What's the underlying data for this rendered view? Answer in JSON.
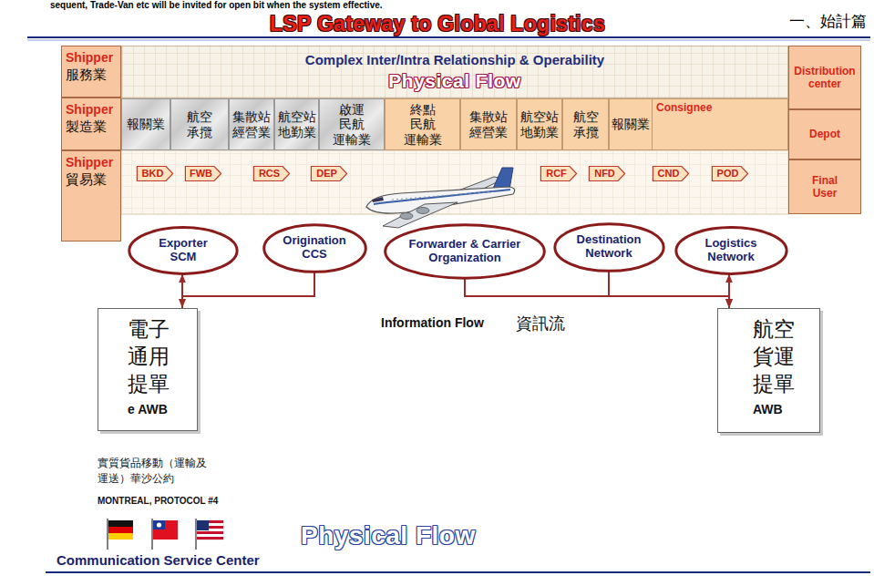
{
  "diagram": {
    "title": "LSP Gateway to Global Logistics",
    "nodes": [
      {
        "text": [
          "Shipper",
          "服務業"
        ]
      },
      {
        "text": [
          "Complex Inter/Intra Relationship & Operability",
          "Physical Flow"
        ]
      },
      {
        "text": [
          "Distribution center"
        ]
      },
      {
        "text": [
          "Shipper",
          "製造業"
        ]
      },
      {
        "text": [
          "報關業"
        ]
      },
      {
        "text": [
          "航空 承攬"
        ]
      },
      {
        "text": [
          "集散站 經營業"
        ]
      },
      {
        "text": [
          "航空站 地勤業"
        ]
      },
      {
        "text": [
          "啟運 民航 運輸業"
        ]
      },
      {
        "text": [
          "終點 民航 運輸業"
        ]
      },
      {
        "text": [
          "集散站 經營業"
        ]
      },
      {
        "text": [
          "航空站 地勤業"
        ]
      },
      {
        "text": [
          "航空 承攬"
        ]
      },
      {
        "text": [
          "報關業"
        ]
      },
      {
        "text": [
          "Consignee"
        ]
      },
      {
        "text": [
          "Depot"
        ]
      },
      {
        "text": [
          "Shipper",
          "貿易業"
        ]
      },
      {
        "text": [
          "BKD"
        ]
      },
      {
        "text": [
          "FWB"
        ]
      },
      {
        "text": [
          "RCS"
        ]
      },
      {
        "text": [
          "DEP"
        ]
      },
      {
        "text": [
          "RCF"
        ]
      },
      {
        "text": [
          "NFD"
        ]
      },
      {
        "text": [
          "CND"
        ]
      },
      {
        "text": [
          "POD"
        ]
      },
      {
        "text": [
          "Final User"
        ]
      },
      {
        "text": [
          "Exporter SCM"
        ]
      },
      {
        "text": [
          "Origination CCS"
        ]
      },
      {
        "text": [
          "Forwarder & Carrier Organization"
        ]
      },
      {
        "text": [
          "Destination Network"
        ]
      },
      {
        "text": [
          "Logistics Network"
        ]
      },
      {
        "text": [
          "電子 通用 提單",
          "e AWB"
        ]
      },
      {
        "text": [
          "航空 貨運 提單",
          "AWB"
        ]
      }
    ],
    "edges": [
      {
        "from": 31,
        "to": 26,
        "arrow": "to"
      },
      {
        "from": 27,
        "to": 31,
        "arrow": "to"
      },
      {
        "from": 28,
        "to": 32,
        "arrow": "to"
      },
      {
        "from": 29,
        "to": 32,
        "arrow": "to"
      },
      {
        "from": 32,
        "to": 30,
        "arrow": "to"
      }
    ],
    "labels": [
      "sequent, Trade-Van etc will be invited for open bit when the system effective.",
      "一、始計篇",
      "Information Flow",
      "資訊流",
      "實質貨品移動（運輸及 運送）華沙公約",
      "MONTREAL, PROTOCOL #4",
      "Physical Flow",
      "Communication Service Center"
    ]
  }
}
